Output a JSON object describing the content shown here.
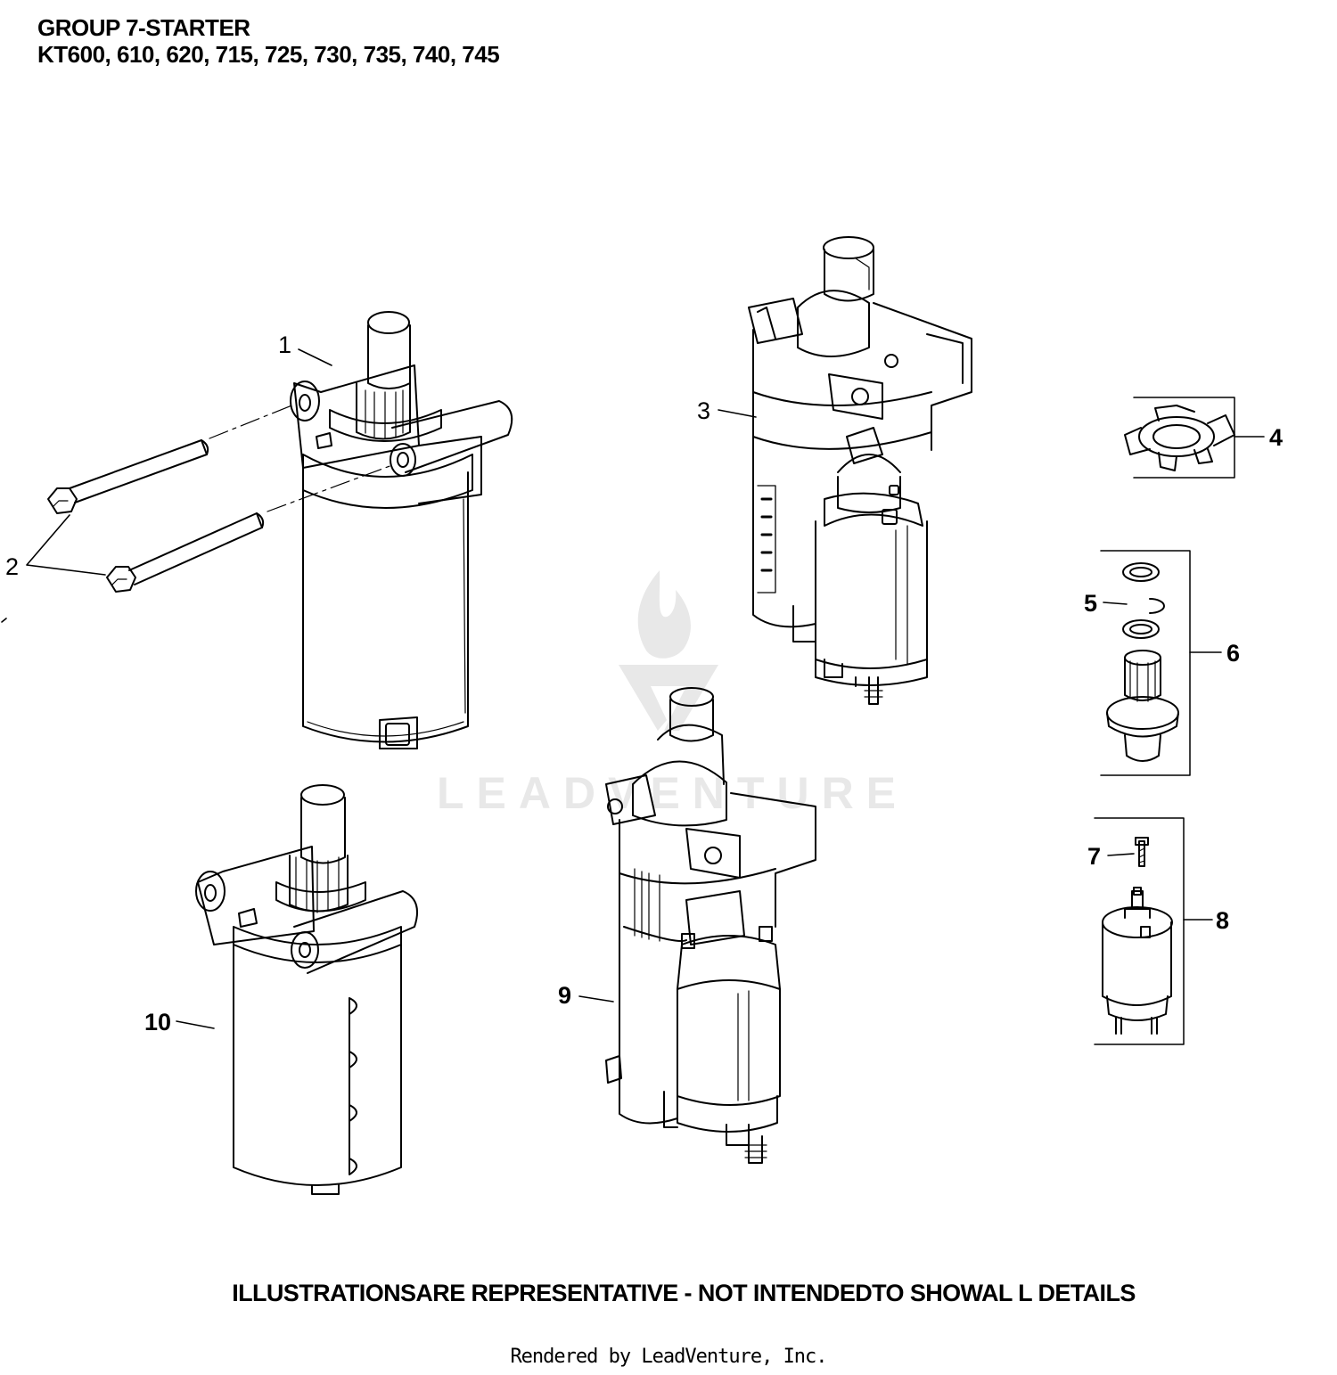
{
  "header": {
    "title": "GROUP 7-STARTER",
    "models": "KT600, 610, 620, 715, 725, 730, 735, 740, 745"
  },
  "callouts": [
    "1",
    "2",
    "3",
    "4",
    "5",
    "6",
    "7",
    "8",
    "9",
    "10"
  ],
  "watermark": {
    "text": "LEADVENTURE",
    "color": "#e6e6e6"
  },
  "footer": {
    "note": "ILLUSTRATIONSARE REPRESENTATIVE - NOT INTENDEDTO SHOWAL L DETAILS",
    "credit": "Rendered by LeadVenture, Inc."
  },
  "colors": {
    "line": "#000000",
    "background": "#ffffff"
  }
}
